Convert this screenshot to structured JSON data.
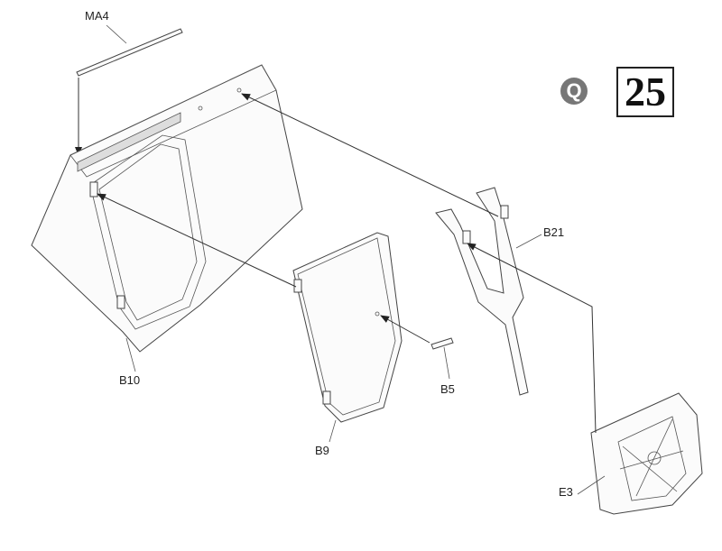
{
  "step": {
    "letter": "Q",
    "number": "25"
  },
  "labels": {
    "ma4": "MA4",
    "b21": "B21",
    "b10": "B10",
    "b5": "B5",
    "b9": "B9",
    "e3": "E3"
  }
}
